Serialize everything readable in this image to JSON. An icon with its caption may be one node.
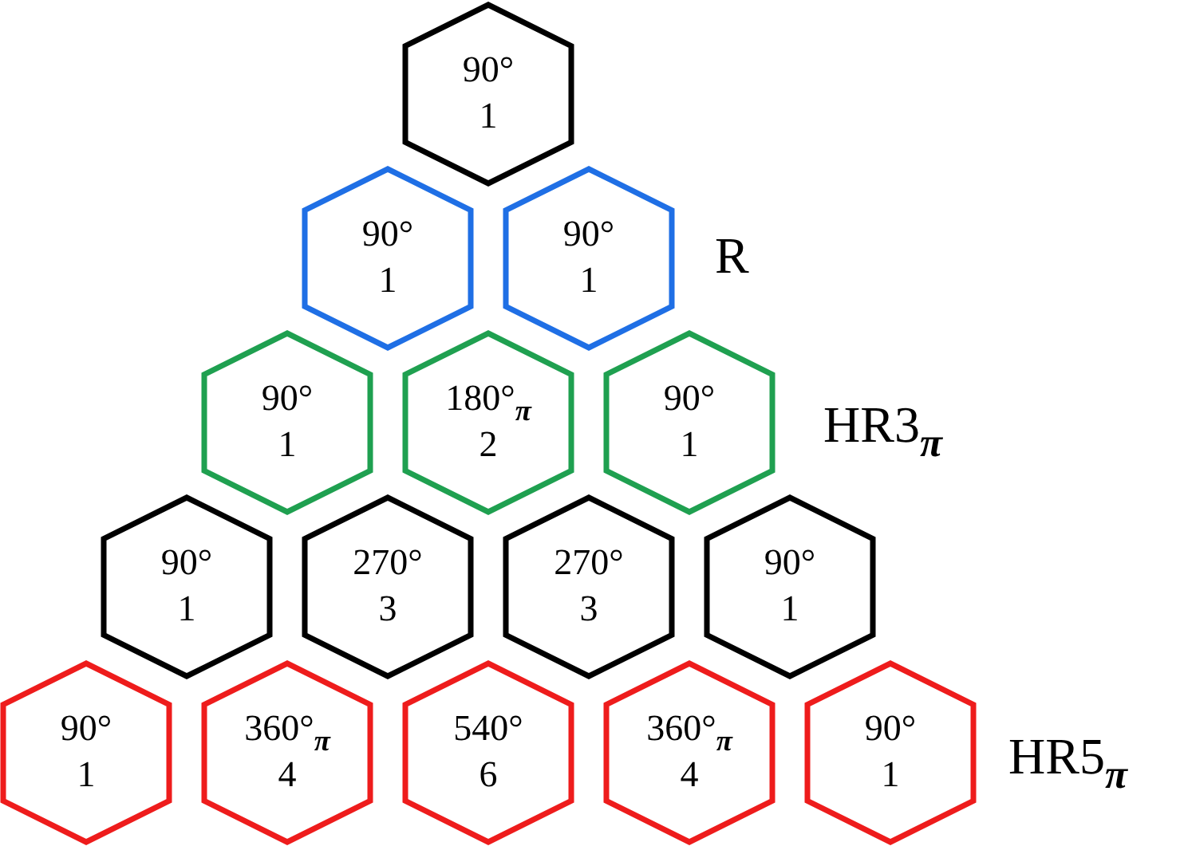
{
  "diagram": {
    "nodes": [
      {
        "text": [
          "90°",
          "1"
        ]
      },
      {
        "text": [
          "90°",
          "1"
        ]
      },
      {
        "text": [
          "90°",
          "1"
        ]
      },
      {
        "text": [
          "90°",
          "1"
        ]
      },
      {
        "text": [
          "180°$_{π}$",
          "2"
        ]
      },
      {
        "text": [
          "90°",
          "1"
        ]
      },
      {
        "text": [
          "90°",
          "1"
        ]
      },
      {
        "text": [
          "270°",
          "3"
        ]
      },
      {
        "text": [
          "270°",
          "3"
        ]
      },
      {
        "text": [
          "90°",
          "1"
        ]
      },
      {
        "text": [
          "90°",
          "1"
        ]
      },
      {
        "text": [
          "360°$_{π}$",
          "4"
        ]
      },
      {
        "text": [
          "540°",
          "6"
        ]
      },
      {
        "text": [
          "360°$_{π}$",
          "4"
        ]
      },
      {
        "text": [
          "90°",
          "1"
        ]
      }
    ],
    "labels": [
      "R",
      "HR3$_{π}$",
      "HR5$_{π}$"
    ]
  }
}
